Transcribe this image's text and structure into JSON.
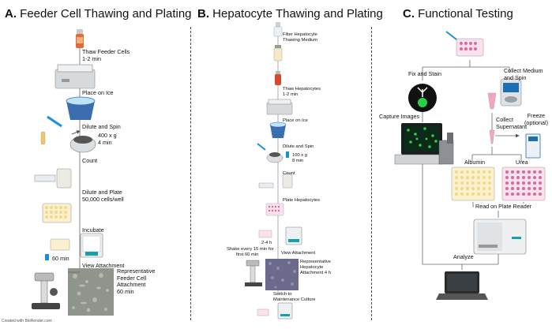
{
  "colA": {
    "title_letter": "A.",
    "title": "Feeder Cell Thawing and Plating",
    "step1": "Thaw Feeder Cells",
    "step1_time": "1-2 min",
    "step2": "Place on Ice",
    "step3": "Dilute and Spin",
    "spin_speed": "400 x g",
    "spin_time": "4 min",
    "step4": "Count",
    "step5": "Dilute and Plate",
    "step5_density": "50,000 cells/well",
    "step6": "Incubate",
    "incubate_time": "60 min",
    "step7": "View Attachment",
    "rep_line1": "Representative",
    "rep_line2": "Feeder Cell",
    "rep_line3": "Attachment",
    "rep_line4": "60 min"
  },
  "colB": {
    "title_letter": "B.",
    "title": "Hepatocyte Thawing and Plating",
    "step1_line1": "Filter Hepatocyte",
    "step1_line2": "Thawing Medium",
    "step2": "Thaw Hepatocytes",
    "step2_time": "1-2 min",
    "step3": "Place on Ice",
    "step4": "Dilute and Spin",
    "spin_speed": "100 x g",
    "spin_time": "8 min",
    "step5": "Count",
    "step6": "Plate Hepatocytes",
    "incubate_time": "2-4 h",
    "shake_line1": "Shake every 15 min for",
    "shake_line2": "first 60 min",
    "step7": "View Attachment",
    "rep_line1": "Representative",
    "rep_line2": "Hepatocyte",
    "rep_line3": "Attachment 4 h",
    "step8_line1": "Switch to",
    "step8_line2": "Maintenance Culture"
  },
  "colC": {
    "title_letter": "C.",
    "title": "Functional Testing",
    "fix_stain": "Fix and Stain",
    "collect_medium_line1": "Collect Medium",
    "collect_medium_line2": "and Spin",
    "capture_images": "Capture Images",
    "collect_sup_line1": "Collect",
    "collect_sup_line2": "Supernatant",
    "freeze": "Freeze",
    "freeze_optional": "(optional)",
    "albumin": "Albumin",
    "urea": "Urea",
    "read_plate": "Read on Plate Reader",
    "analyze": "Analyze"
  },
  "footer": "Created with BioRender.com",
  "colors": {
    "pink_well": "#d96a9a",
    "yellow_well": "#f2d98a",
    "fluor_green": "#27d14a",
    "monitor_dark": "#0d2a18",
    "ice_blue": "#4a86c9",
    "tube_red": "#d44a2a",
    "incubator_teal": "#17a0a8",
    "cell_gray": "#8f958c",
    "cell_purple": "#6b6a8a"
  }
}
